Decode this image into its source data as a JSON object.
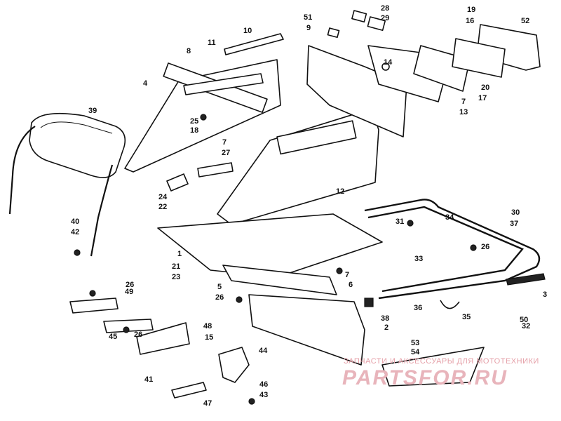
{
  "diagram": {
    "callouts": [
      "1",
      "2",
      "3",
      "4",
      "5",
      "6",
      "7",
      "7",
      "7",
      "8",
      "9",
      "10",
      "11",
      "12",
      "13",
      "14",
      "15",
      "16",
      "17",
      "18",
      "19",
      "20",
      "21",
      "22",
      "23",
      "24",
      "25",
      "26",
      "26",
      "26",
      "26",
      "27",
      "28",
      "29",
      "30",
      "31",
      "32",
      "33",
      "34",
      "35",
      "36",
      "37",
      "38",
      "39",
      "40",
      "41",
      "42",
      "43",
      "44",
      "45",
      "46",
      "47",
      "48",
      "49",
      "50",
      "51",
      "52",
      "53",
      "54"
    ]
  },
  "watermark": {
    "tagline": "ЗАПЧАСТИ И АКСЕССУАРЫ ДЛЯ МОТОТЕХНИКИ",
    "brand": "PARTSFOR.RU"
  }
}
